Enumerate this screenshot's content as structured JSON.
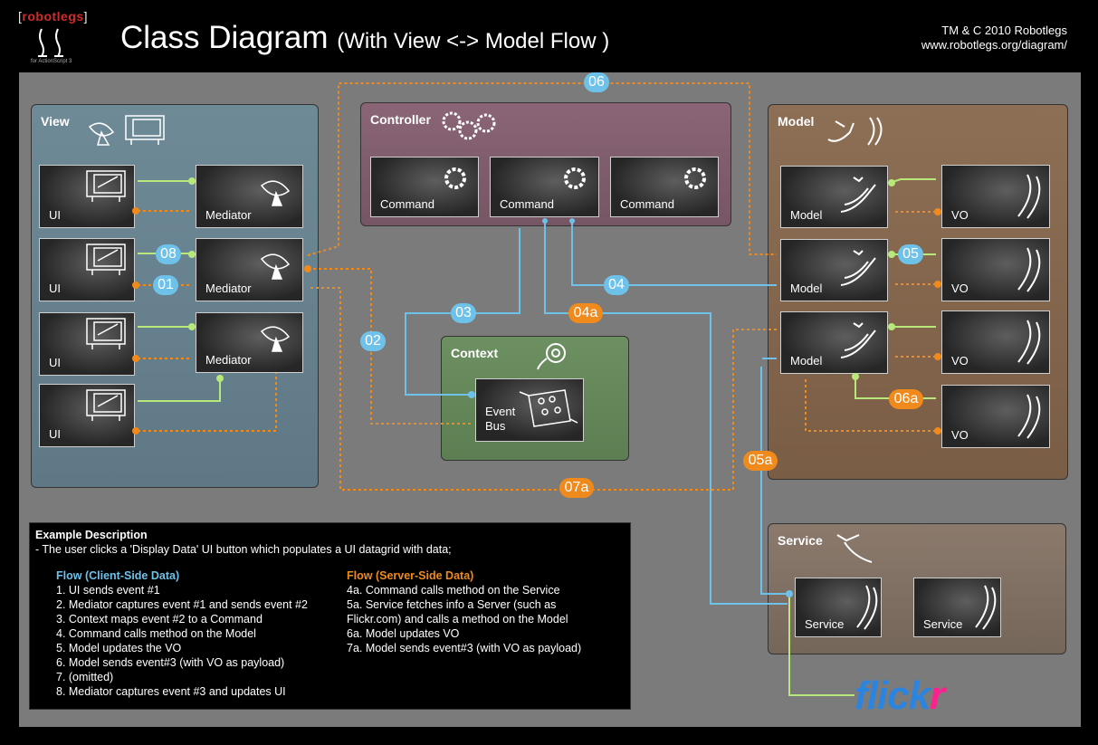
{
  "header": {
    "logo_text": "robotlegs",
    "logo_sub": "for ActionScript 3",
    "title": "Class Diagram",
    "subtitle": "(With View <-> Model Flow )",
    "copyright": "TM & C 2010 Robotlegs",
    "url": "www.robotlegs.org/diagram/"
  },
  "colors": {
    "client_flow": "#6ec1e8",
    "server_flow": "#f08a1c",
    "view_link": "#b8e87a",
    "canvas": "#7b7b7b"
  },
  "panels": {
    "view": {
      "label": "View",
      "icons": [
        "satellite-dish-icon",
        "monitor-icon"
      ]
    },
    "controller": {
      "label": "Controller",
      "icons": [
        "gears-icon"
      ]
    },
    "model": {
      "label": "Model",
      "icons": [
        "robot-arm-icon",
        "robot-leg-icon"
      ]
    },
    "context": {
      "label": "Context",
      "icons": [
        "film-reel-icon"
      ]
    },
    "service": {
      "label": "Service",
      "icons": [
        "robot-arm-icon"
      ]
    }
  },
  "view_boxes": [
    {
      "ui": "UI",
      "mediator": "Mediator"
    },
    {
      "ui": "UI",
      "mediator": "Mediator"
    },
    {
      "ui": "UI",
      "mediator": "Mediator"
    },
    {
      "ui": "UI"
    }
  ],
  "commands": [
    "Command",
    "Command",
    "Command"
  ],
  "model_boxes": [
    {
      "model": "Model",
      "vo": "VO"
    },
    {
      "model": "Model",
      "vo": "VO"
    },
    {
      "model": "Model",
      "vo": "VO"
    },
    {
      "vo": "VO"
    }
  ],
  "event_bus": {
    "line1": "Event",
    "line2": "Bus"
  },
  "services": [
    "Service",
    "Service"
  ],
  "flow_tags": {
    "t01": "01",
    "t02": "02",
    "t03": "03",
    "t04": "04",
    "t04a": "04a",
    "t05": "05",
    "t05a": "05a",
    "t06": "06",
    "t06a": "06a",
    "t07a": "07a",
    "t08": "08"
  },
  "flickr": {
    "fl": "flick",
    "r": "r"
  },
  "description": {
    "title": "Example Description",
    "summary": "- The user clicks a 'Display Data' UI button which populates a UI datagrid with data;",
    "client": {
      "heading": "Flow (Client-Side Data)",
      "steps": [
        "1. UI sends event #1",
        "2. Mediator captures event #1 and sends event #2",
        "3. Context maps event #2 to a Command",
        "4. Command calls method on the Model",
        "5. Model updates the VO",
        "6. Model sends event#3 (with VO as payload)",
        "7. (omitted)",
        "8. Mediator captures event #3 and updates UI"
      ]
    },
    "server": {
      "heading": "Flow (Server-Side Data)",
      "steps": [
        "4a. Command calls method on the Service",
        "5a. Service fetches info a Server (such as",
        "Flickr.com) and calls a method on the Model",
        "6a. Model updates VO",
        "7a. Model sends event#3 (with VO as payload)"
      ]
    }
  }
}
